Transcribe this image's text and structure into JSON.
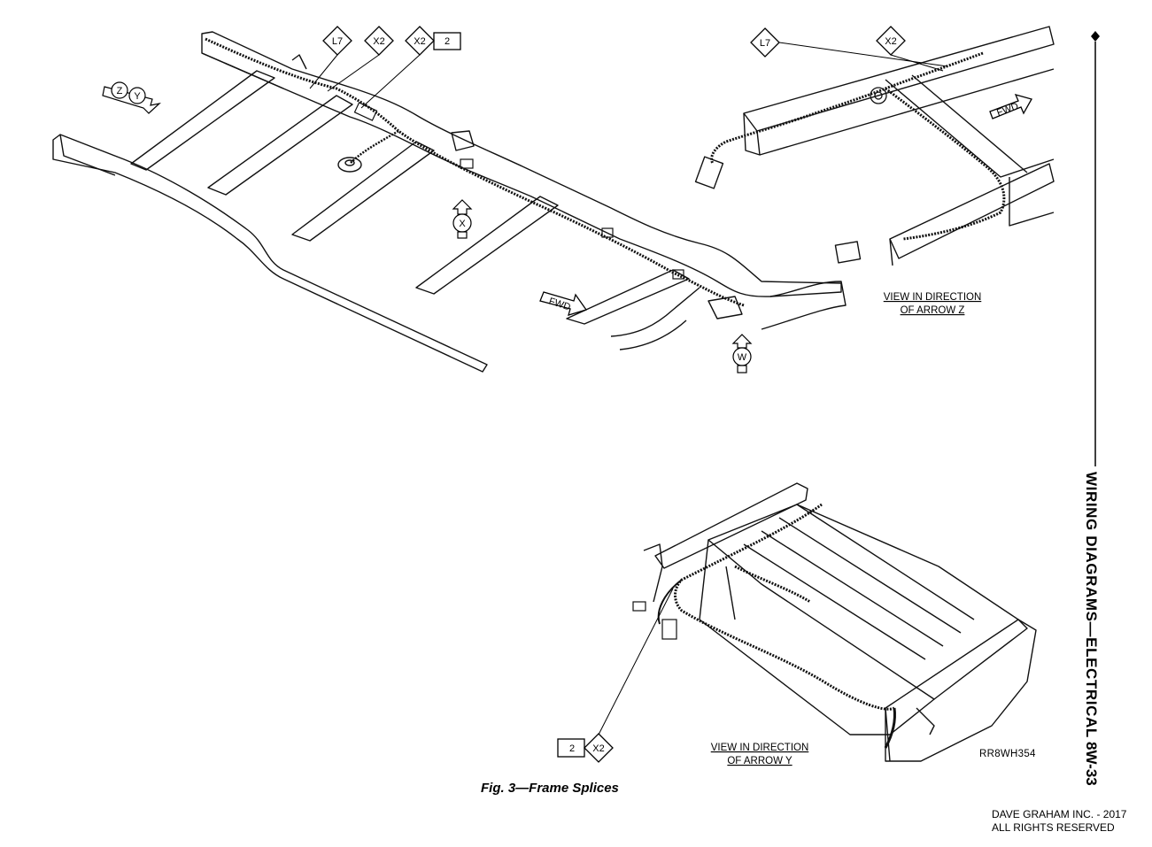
{
  "caption": "Fig. 3—Frame Splices",
  "side_header": {
    "title": "WIRING DIAGRAMS—ELECTRICAL",
    "page": "8W-33"
  },
  "part_number": "RR8WH354",
  "copyright": {
    "line1": "DAVE GRAHAM INC. - 2017",
    "line2": "ALL RIGHTS RESERVED"
  },
  "callouts": {
    "main_l7": "L7",
    "main_x2_a": "X2",
    "main_x2_b": "X2",
    "main_x2_b_qty": "2",
    "z_l7": "L7",
    "z_x2": "X2",
    "y_x2": "X2",
    "y_qty": "2"
  },
  "arrows": {
    "z": "Z",
    "y": "Y",
    "x": "X",
    "w": "W",
    "fwd_main": "FWD",
    "fwd_z": "FWD"
  },
  "views": {
    "z": {
      "line1": "VIEW IN DIRECTION",
      "line2": "OF ARROW Z"
    },
    "y": {
      "line1": "VIEW IN DIRECTION",
      "line2": "OF ARROW Y"
    }
  }
}
